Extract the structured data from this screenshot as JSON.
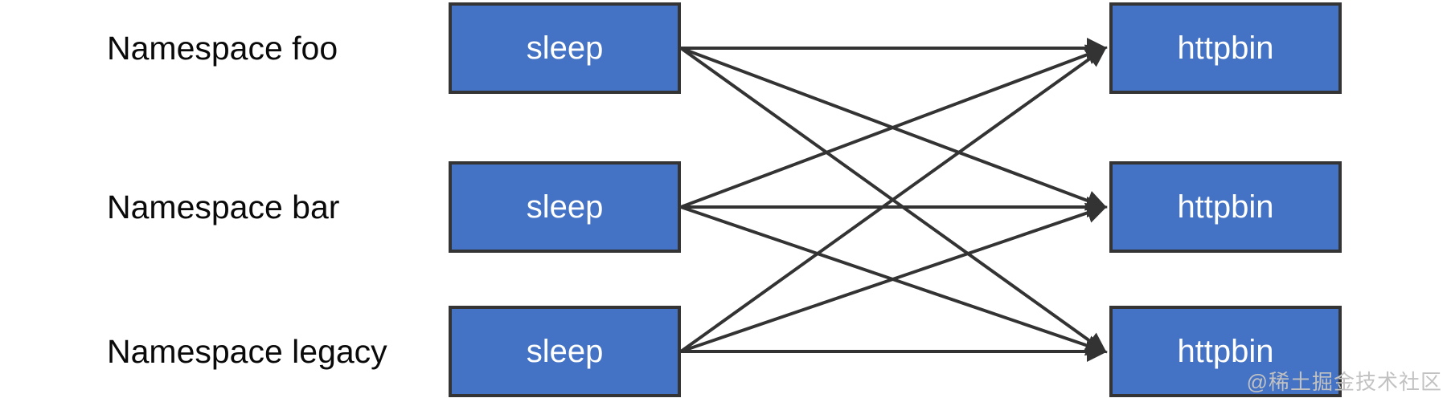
{
  "diagram": {
    "type": "bipartite-connection-diagram",
    "rows": [
      {
        "label": "Namespace foo",
        "source_label": "sleep",
        "target_label": "httpbin"
      },
      {
        "label": "Namespace bar",
        "source_label": "sleep",
        "target_label": "httpbin"
      },
      {
        "label": "Namespace legacy",
        "source_label": "sleep",
        "target_label": "httpbin"
      }
    ],
    "connections": [
      [
        0,
        0
      ],
      [
        0,
        1
      ],
      [
        0,
        2
      ],
      [
        1,
        0
      ],
      [
        1,
        1
      ],
      [
        1,
        2
      ],
      [
        2,
        0
      ],
      [
        2,
        1
      ],
      [
        2,
        2
      ]
    ],
    "colors": {
      "background": "#ffffff",
      "node_fill": "#4472c4",
      "node_border": "#343434",
      "node_text": "#ffffff",
      "label_text": "#0a0a0a",
      "arrow": "#333333",
      "watermark": "#c2c2c2"
    }
  },
  "watermark": {
    "text": "@稀土掘金技术社区"
  }
}
